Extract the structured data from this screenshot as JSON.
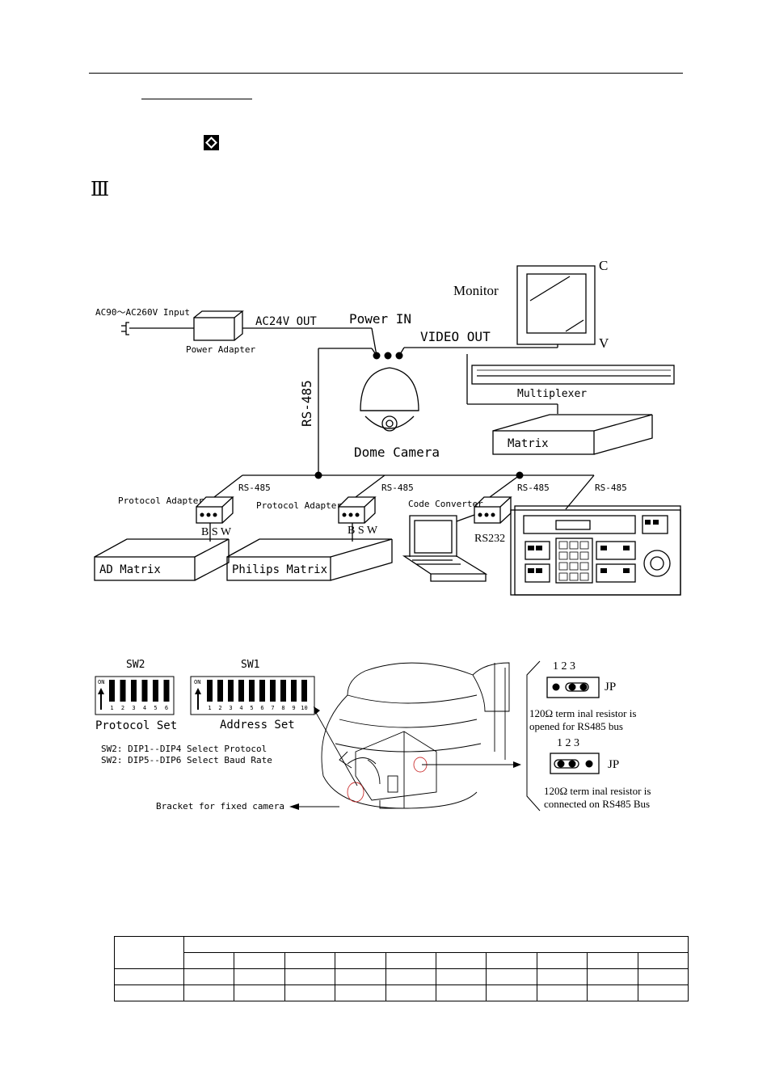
{
  "section": {
    "roman": "Ⅲ"
  },
  "wiring": {
    "monitor": "Monitor",
    "c": "C",
    "v": "V",
    "ac_input": "AC90～AC260V Input",
    "power_adapter": "Power Adapter",
    "ac24v_out": "AC24V OUT",
    "power_in": "Power IN",
    "video_out": "VIDEO OUT",
    "multiplexer": "Multiplexer",
    "rs485": "RS-485",
    "dome_camera": "Dome Camera",
    "matrix": "Matrix",
    "protocol_adapter": "Protocol Adapter",
    "code_converter": "Code Converter",
    "bsw": "B S W",
    "rs232": "RS232",
    "ad_matrix": "AD Matrix",
    "philips_matrix": "Philips Matrix"
  },
  "switches": {
    "sw2": "SW2",
    "sw1": "SW1",
    "on": "ON",
    "sw2_numbers": [
      "1",
      "2",
      "3",
      "4",
      "5",
      "6"
    ],
    "sw1_numbers": [
      "1",
      "2",
      "3",
      "4",
      "5",
      "6",
      "7",
      "8",
      "9",
      "10"
    ],
    "protocol_set": "Protocol Set",
    "address_set": "Address Set",
    "note1": "SW2: DIP1--DIP4 Select Protocol",
    "note2": "SW2: DIP5--DIP6 Select Baud Rate",
    "bracket": "Bracket for fixed camera"
  },
  "jumper": {
    "pins": "1 2 3",
    "jp": "JP",
    "opened_line1": "120Ω  term inal resistor is",
    "opened_line2": "opened for RS485 bus",
    "connected_line1": "120Ω  term inal resistor is",
    "connected_line2": "connected on RS485 Bus"
  }
}
